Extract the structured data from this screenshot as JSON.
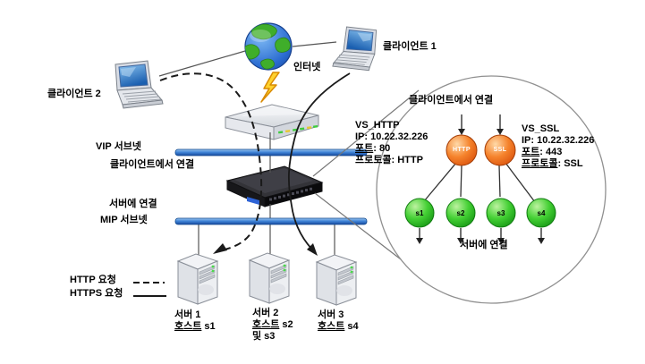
{
  "title": "NetScaler load balancing topology diagram",
  "colors": {
    "subnet_bar_blue": "#3d7fd6",
    "subnet_bar_dark": "#15479c",
    "vserver_orange": "#f0731e",
    "service_green": "#2ec42e",
    "line_gray": "#555555",
    "flow_line_black": "#1a1a1a",
    "callout_circle_gray": "#909090",
    "lightning_yellow": "#ffd22e"
  },
  "clients": {
    "client1_label": "클라이언트 1",
    "client2_label": "클라이언트 2",
    "internet_label": "인터넷"
  },
  "left_annotations": {
    "vip_subnet": "VIP 서브넷",
    "connect_from_client": "클라이언트에서 연결",
    "connect_to_server": "서버에 연결",
    "mip_subnet": "MIP 서브넷"
  },
  "legend": {
    "http_label": "HTTP 요청",
    "https_label": "HTTPS 요청"
  },
  "servers": [
    {
      "line1": "서버 1",
      "host_word": "호스트",
      "host_rest": " s1",
      "line3": ""
    },
    {
      "line1": "서버 2",
      "host_word": "호스트",
      "host_rest": " s2",
      "line3": "및 s3"
    },
    {
      "line1": "서버 3",
      "host_word": "호스트",
      "host_rest": " s4",
      "line3": ""
    }
  ],
  "callout": {
    "top_label": "클라이언트에서 연결",
    "bottom_label": "서버에 연결",
    "vs_http": {
      "name": "VS_HTTP",
      "ip": "IP: 10.22.32.226",
      "port_word": "포트",
      "port_rest": ": 80",
      "proto_word": "프로토콜",
      "proto_rest": ": HTTP",
      "node_label": "HTTP"
    },
    "vs_ssl": {
      "name": "VS_SSL",
      "ip": "IP: 10.22.32.226",
      "port_word": "포트",
      "port_rest": ": 443",
      "proto_word": "프로토콜",
      "proto_rest": ": SSL",
      "node_label": "SSL"
    },
    "services": [
      "s1",
      "s2",
      "s3",
      "s4"
    ]
  }
}
